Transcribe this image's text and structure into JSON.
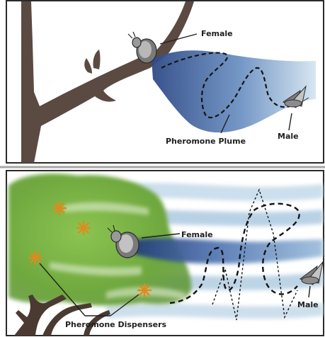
{
  "panel_top": {
    "labels": {
      "female": "Female",
      "male": "Male",
      "plume": "Pheromone Plume"
    }
  },
  "panel_bottom": {
    "labels": {
      "female": "Female",
      "male": "Male",
      "dispensers": "Pheromone Dispensers"
    }
  },
  "colors": {
    "background": "#ffffff",
    "border": "#2a2a2a",
    "divider": "#a6a6a6",
    "branch": "#5a4a42",
    "plume_dark": "#2e4a86",
    "plume_light": "#bfd6e8",
    "tree_green": "#7fb848",
    "dispenser": "#e08a1c",
    "flight_path": "#141414"
  },
  "icons": {
    "female_moth": "moth-icon",
    "male_moth": "moth-icon",
    "dispenser": "asterisk-icon"
  }
}
